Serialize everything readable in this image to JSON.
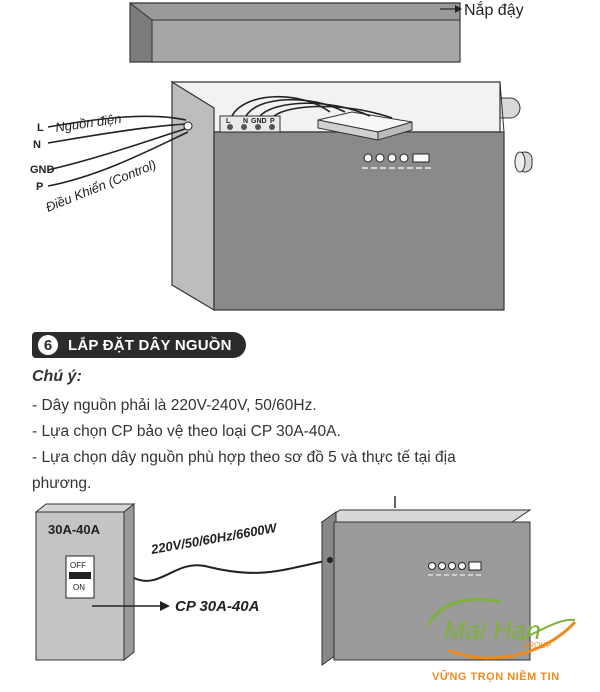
{
  "top_diagram": {
    "lid_label": "Nắp đậy",
    "wire_L": "L",
    "wire_N": "N",
    "power_label": "Nguồn điện",
    "wire_GND": "GND",
    "wire_P": "P",
    "control_label": "Điều Khiển (Control)",
    "terminal_labels": [
      "L",
      "N",
      "GND",
      "P"
    ]
  },
  "section": {
    "number": "6",
    "title": "LẮP ĐẶT DÂY NGUỒN"
  },
  "notes": {
    "label": "Chú ý:",
    "items": [
      "- Dây nguồn phải là 220V-240V, 50/60Hz.",
      "- Lựa chọn CP bảo vệ theo loại CP 30A-40A.",
      "- Lựa chọn dây nguồn phù hợp theo sơ đồ 5 và thực tế tại địa",
      "phương."
    ]
  },
  "bottom_diagram": {
    "breaker_rating": "30A-40A",
    "switch_off": "OFF",
    "switch_on": "ON",
    "cable_spec": "220V/50/60Hz/6600W",
    "cp_label": "CP 30A-40A"
  },
  "logo": {
    "brand": "Mai Han",
    "group": "GROUP",
    "slogan": "VỮNG TRỌN NIỀM TIN"
  },
  "colors": {
    "box_gray": "#8a8a8a",
    "header_bg": "#2b2b2b",
    "logo_green": "#7fb13d",
    "logo_orange": "#f08a1c"
  }
}
